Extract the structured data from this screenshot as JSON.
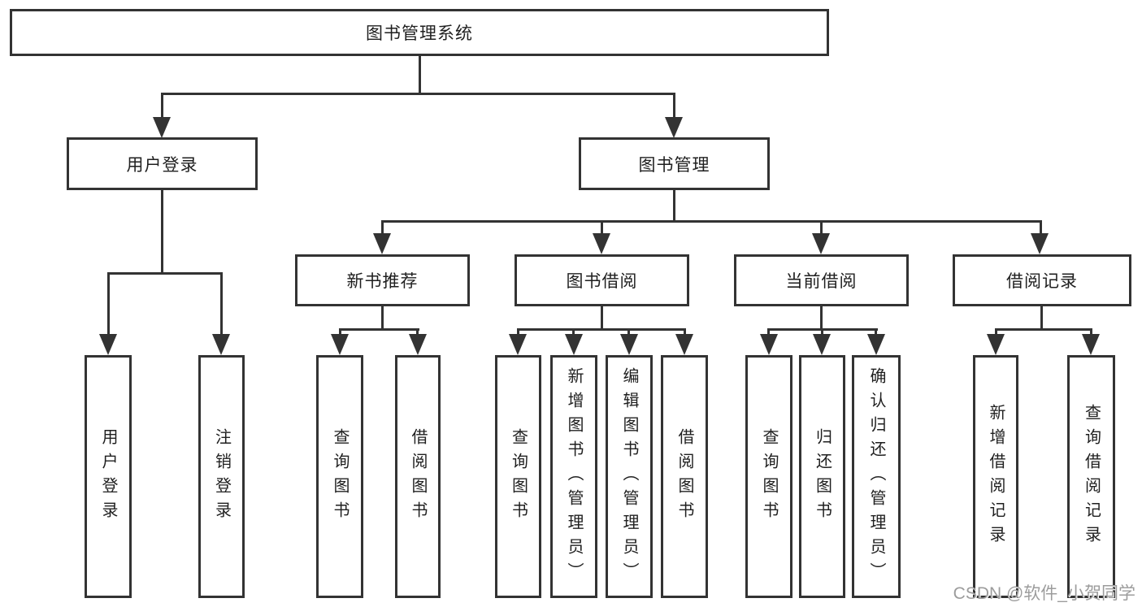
{
  "diagram": {
    "root": "图书管理系统",
    "branches": [
      {
        "label": "用户登录",
        "children": [
          "用户登录",
          "注销登录"
        ]
      },
      {
        "label": "图书管理",
        "modules": [
          {
            "label": "新书推荐",
            "children": [
              "查询图书",
              "借阅图书"
            ]
          },
          {
            "label": "图书借阅",
            "children": [
              "查询图书",
              "新增图书（管理员）",
              "编辑图书（管理员）",
              "借阅图书"
            ]
          },
          {
            "label": "当前借阅",
            "children": [
              "查询图书",
              "归还图书",
              "确认归还（管理员）"
            ]
          },
          {
            "label": "借阅记录",
            "children": [
              "新增借阅记录",
              "查询借阅记录"
            ]
          }
        ]
      }
    ]
  },
  "watermark": "CSDN @软件_小贺同学",
  "colors": {
    "line": "#333333",
    "text": "#1f1f1f",
    "watermark": "#9c9c9c",
    "background": "#ffffff"
  }
}
